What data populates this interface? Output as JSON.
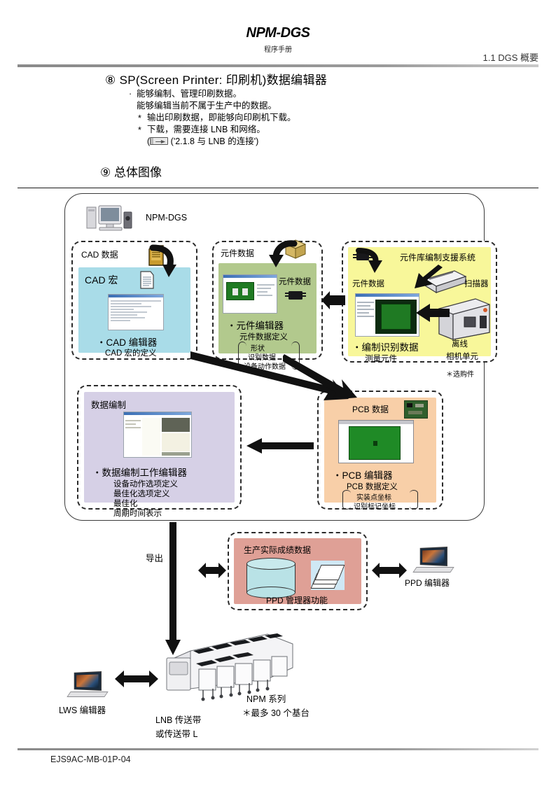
{
  "header": {
    "title": "NPM-DGS",
    "subtitle": "程序手册",
    "section_ref": "1.1 DGS 概要"
  },
  "section8": {
    "heading": "⑧ SP(Screen Printer: 印刷机)数据编辑器",
    "lines": [
      "能够编制、管理印刷数据。",
      "能够编辑当前不属于生产中的数据。",
      "输出印刷数据，即能够向印刷机下载。",
      "下载，需要连接 LNB 和网络。",
      "('2.1.8 与 LNB 的连接')"
    ]
  },
  "section9": {
    "heading": "⑨ 总体图像"
  },
  "diagram": {
    "root_label": "NPM-DGS",
    "cad": {
      "title": "CAD 数据",
      "inner_title": "CAD 宏",
      "editor": "・CAD 编辑器",
      "editor_sub": "CAD 宏的定义"
    },
    "parts": {
      "title": "元件数据",
      "inner_label": "元件数据",
      "editor": "・元件编辑器",
      "editor_sub": "元件数据定义",
      "bracket_items": [
        "形状",
        "识别数据",
        "设备动作数据"
      ]
    },
    "library": {
      "title": "元件库编制支援系统",
      "parts_data": "元件数据",
      "scanner": "扫描器",
      "editor": "・编制识别数据",
      "editor_sub": "测量元件",
      "camera_line1": "离线",
      "camera_line2": "相机单元",
      "optional_note": "＊选购件"
    },
    "data_edit": {
      "title": "数据编制",
      "editor": "・数据编制工作编辑器",
      "items": [
        "设备动作选项定义",
        "最佳化选项定义",
        "最佳化",
        "周期时间表示"
      ]
    },
    "pcb": {
      "title": "PCB 数据",
      "editor": "・PCB 编辑器",
      "editor_sub": "PCB 数据定义",
      "bracket_items": [
        "实装点坐标",
        "识别标记坐标"
      ]
    },
    "ppd": {
      "title": "生产实际成绩数据",
      "function": "PPD 管理器功能",
      "editor_label": "PPD 编辑器"
    },
    "export_label": "导出",
    "machine": {
      "series": "NPM 系列",
      "note": "＊最多 30 个基台",
      "lnb_line1": "LNB 传送带",
      "lnb_line2": "或传送带 L",
      "lws_label": "LWS 编辑器"
    }
  },
  "footer": {
    "doc_code": "EJS9AC-MB-01P-04"
  },
  "colors": {
    "cad_fill": "#a9dce8",
    "parts_fill": "#b2c98d",
    "library_fill": "#f8f79a",
    "data_edit_fill": "#d6d0e6",
    "pcb_fill": "#f8cfa8",
    "ppd_fill": "#dfa096"
  }
}
